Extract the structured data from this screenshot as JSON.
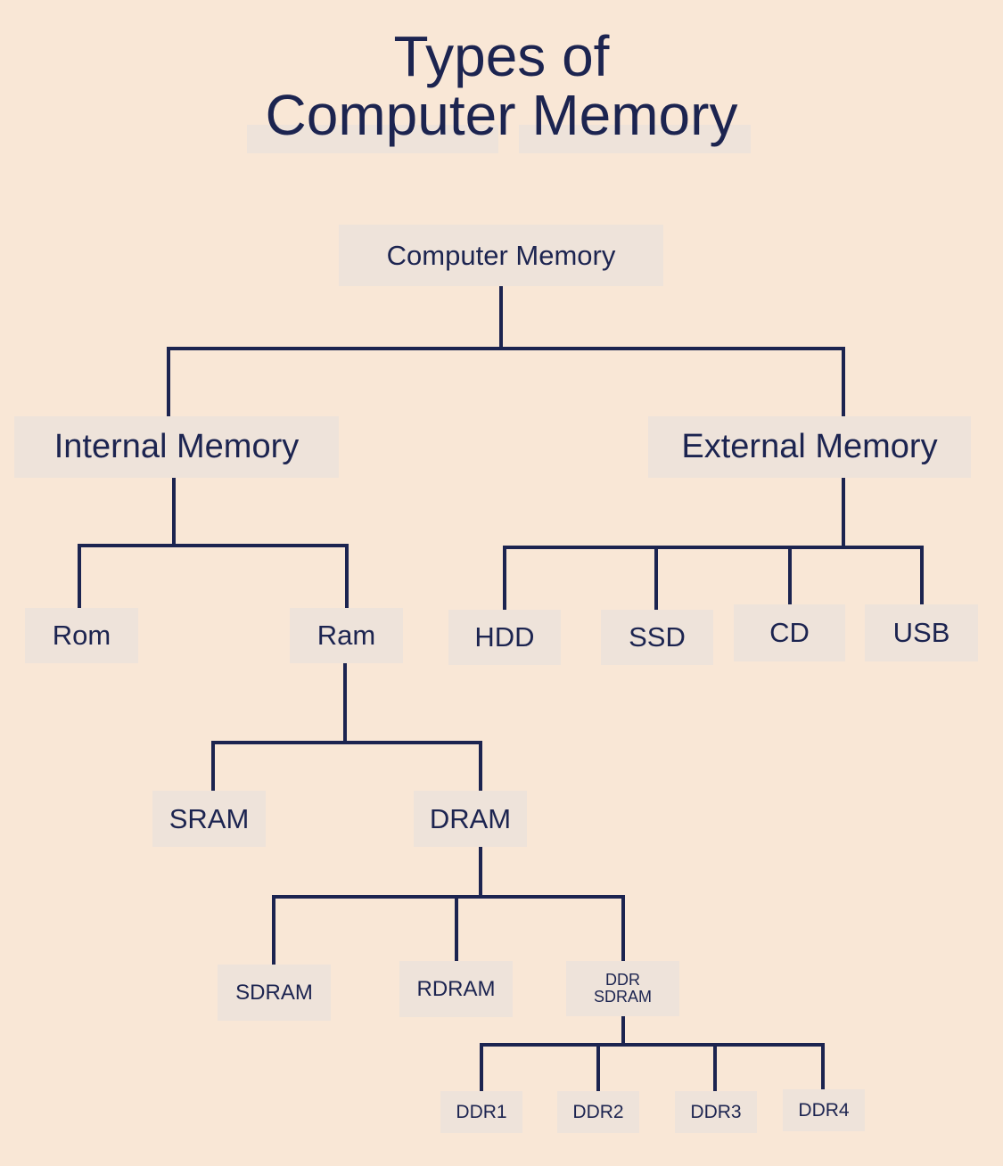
{
  "title": {
    "line1": "Types of",
    "line2": "Computer Memory"
  },
  "nodes": {
    "root": "Computer Memory",
    "internal": "Internal Memory",
    "external": "External Memory",
    "rom": "Rom",
    "ram": "Ram",
    "hdd": "HDD",
    "ssd": "SSD",
    "cd": "CD",
    "usb": "USB",
    "sram": "SRAM",
    "dram": "DRAM",
    "sdram": "SDRAM",
    "rdram": "RDRAM",
    "ddr_sdram_line1": "DDR",
    "ddr_sdram_line2": "SDRAM",
    "ddr1": "DDR1",
    "ddr2": "DDR2",
    "ddr3": "DDR3",
    "ddr4": "DDR4"
  },
  "edges": [
    [
      "root",
      "internal"
    ],
    [
      "root",
      "external"
    ],
    [
      "internal",
      "rom"
    ],
    [
      "internal",
      "ram"
    ],
    [
      "external",
      "hdd"
    ],
    [
      "external",
      "ssd"
    ],
    [
      "external",
      "cd"
    ],
    [
      "external",
      "usb"
    ],
    [
      "ram",
      "sram"
    ],
    [
      "ram",
      "dram"
    ],
    [
      "dram",
      "sdram"
    ],
    [
      "dram",
      "rdram"
    ],
    [
      "dram",
      "ddr_sdram"
    ],
    [
      "ddr_sdram",
      "ddr1"
    ],
    [
      "ddr_sdram",
      "ddr2"
    ],
    [
      "ddr_sdram",
      "ddr3"
    ],
    [
      "ddr_sdram",
      "ddr4"
    ]
  ],
  "colors": {
    "background": "#f9e7d6",
    "box": "#eee3da",
    "ink": "#1c2450"
  }
}
